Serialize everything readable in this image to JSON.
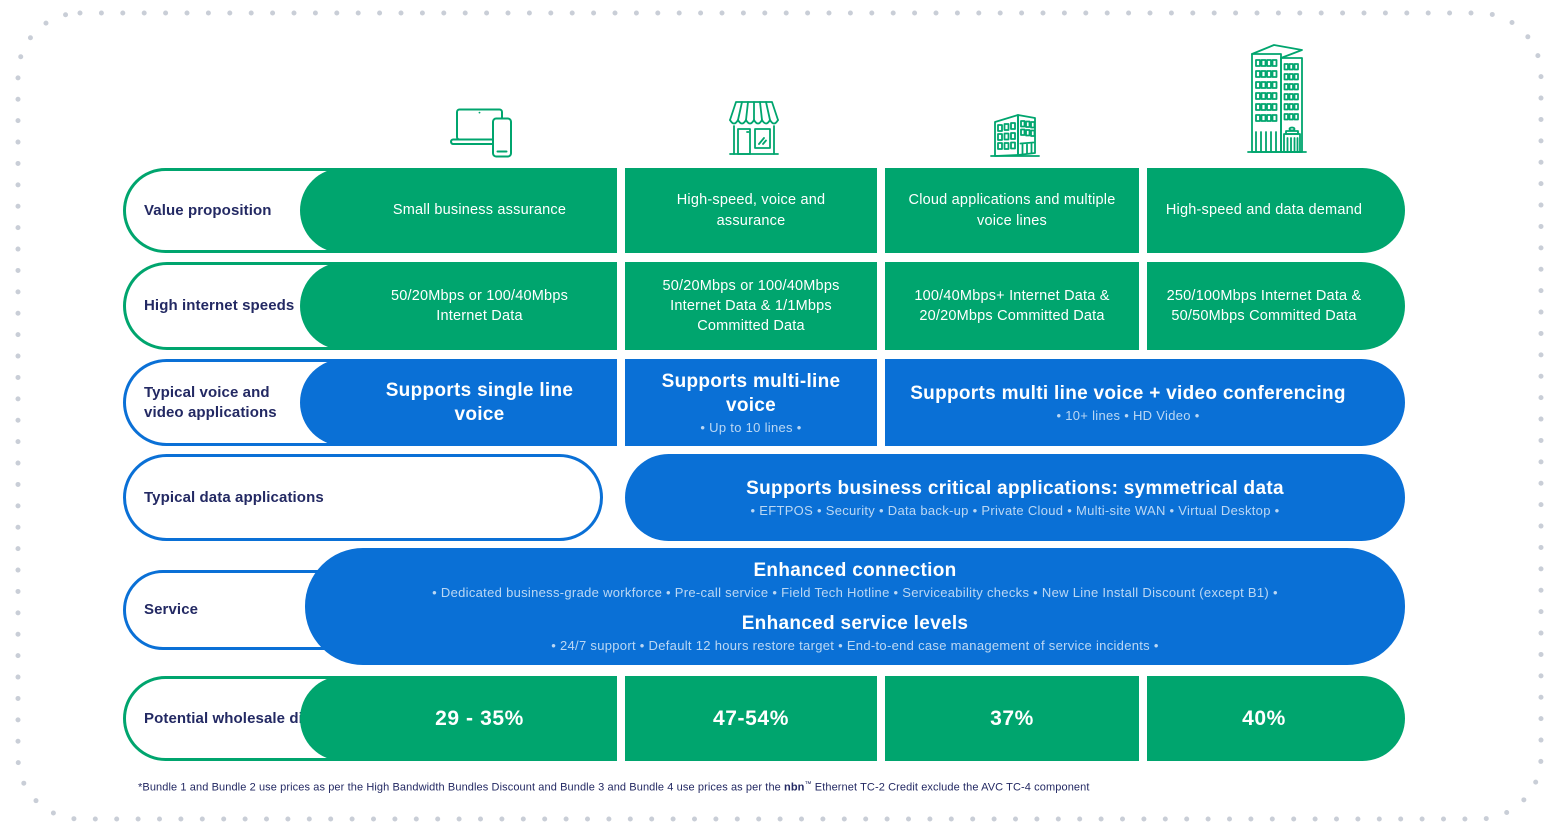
{
  "colors": {
    "green": "#00a56e",
    "blue": "#0a70d6",
    "navy": "#232963",
    "frame_dots": "#c9ced7"
  },
  "columns": [
    {
      "icon": "laptop-and-phone-icon"
    },
    {
      "icon": "storefront-icon"
    },
    {
      "icon": "office-building-icon"
    },
    {
      "icon": "high-rise-building-icon"
    }
  ],
  "rows": [
    {
      "type": "green",
      "label": "Value proposition",
      "cells": [
        "Small business assurance",
        "High-speed, voice and assurance",
        "Cloud applications and multiple voice lines",
        "High-speed and data demand"
      ]
    },
    {
      "type": "green",
      "label": "High internet speeds",
      "cells": [
        "50/20Mbps or 100/40Mbps Internet Data",
        "50/20Mbps or 100/40Mbps Internet Data & 1/1Mbps Committed Data",
        "100/40Mbps+ Internet Data & 20/20Mbps Committed Data",
        "250/100Mbps Internet Data & 50/50Mbps Committed Data"
      ]
    },
    {
      "type": "blue",
      "label": "Typical voice and video applications",
      "cells": [
        {
          "main": "Supports single line voice",
          "sub": ""
        },
        {
          "main": "Supports multi-line voice",
          "sub": "• Up to 10 lines •"
        },
        {
          "main": "Supports multi line voice + video conferencing",
          "sub": "• 10+ lines • HD Video •"
        }
      ]
    },
    {
      "type": "blue",
      "label": "Typical data applications",
      "merged": {
        "main": "Supports business critical applications: symmetrical data",
        "sub": "• EFTPOS • Security • Data back-up • Private Cloud • Multi-site WAN • Virtual Desktop •"
      }
    },
    {
      "type": "blue-service",
      "label": "Service",
      "sections": [
        {
          "heading": "Enhanced connection",
          "sub": "• Dedicated business-grade workforce • Pre-call service • Field Tech Hotline • Serviceability checks • New Line Install Discount (except B1) •"
        },
        {
          "heading": "Enhanced service levels",
          "sub": "• 24/7 support • Default 12 hours restore target • End-to-end case management of service incidents •"
        }
      ]
    },
    {
      "type": "green",
      "label": "Potential wholesale discount*",
      "cells": [
        "29 - 35%",
        "47-54%",
        "37%",
        "40%"
      ]
    }
  ],
  "footnote": {
    "pre": "*Bundle 1 and Bundle 2 use prices as per the High Bandwidth Bundles Discount and Bundle 3 and Bundle 4 use prices as per the ",
    "brand": "nbn",
    "tm": "™",
    "post": " Ethernet TC-2  Credit exclude the AVC TC-4 component"
  }
}
